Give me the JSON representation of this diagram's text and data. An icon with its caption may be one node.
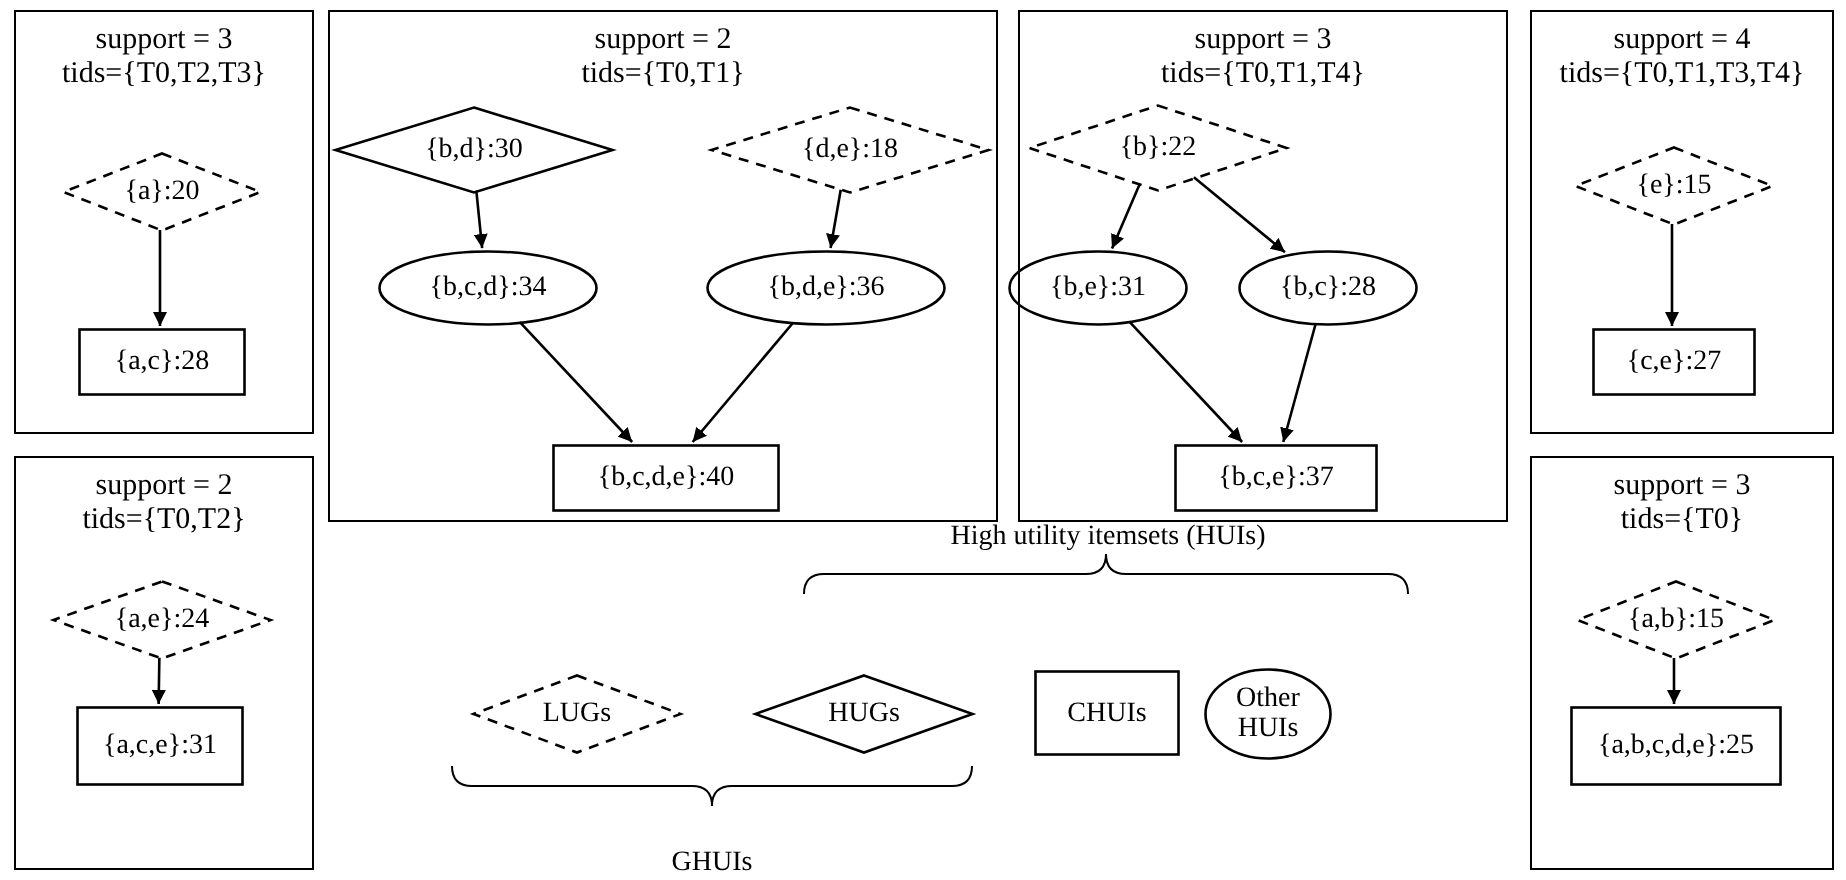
{
  "diagram": {
    "nodes": [
      {
        "text": [
          "support = 3",
          "tids={T0,T2,T3}"
        ]
      },
      {
        "text": [
          "{a}:20"
        ],
        "in": 0
      },
      {
        "text": [
          "{a,c}:28"
        ],
        "in": 0
      },
      {
        "text": [
          "support = 2",
          "tids={T0,T1}"
        ]
      },
      {
        "text": [
          "{b,d}:30"
        ],
        "in": 3
      },
      {
        "text": [
          "{d,e}:18"
        ],
        "in": 3
      },
      {
        "text": [
          "{b,c,d}:34"
        ],
        "in": 3
      },
      {
        "text": [
          "{b,d,e}:36"
        ],
        "in": 3
      },
      {
        "text": [
          "{b,c,d,e}:40"
        ],
        "in": 3
      },
      {
        "text": [
          "support = 3",
          "tids={T0,T1,T4}"
        ]
      },
      {
        "text": [
          "{b}:22"
        ],
        "in": 9
      },
      {
        "text": [
          "{b,e}:31"
        ],
        "in": 9
      },
      {
        "text": [
          "{b,c}:28"
        ],
        "in": 9
      },
      {
        "text": [
          "{b,c,e}:37"
        ],
        "in": 9
      },
      {
        "text": [
          "support = 4",
          "tids={T0,T1,T3,T4}"
        ]
      },
      {
        "text": [
          "{e}:15"
        ],
        "in": 14
      },
      {
        "text": [
          "{c,e}:27"
        ],
        "in": 14
      },
      {
        "text": [
          "support = 2",
          "tids={T0,T2}"
        ]
      },
      {
        "text": [
          "{a,e}:24"
        ],
        "in": 17
      },
      {
        "text": [
          "{a,c,e}:31"
        ],
        "in": 17
      },
      {
        "text": [
          "support = 3",
          "tids={T0}"
        ]
      },
      {
        "text": [
          "{a,b}:15"
        ],
        "in": 20
      },
      {
        "text": [
          "{a,b,c,d,e}:25"
        ],
        "in": 20
      },
      {
        "text": [
          "LUGs"
        ]
      },
      {
        "text": [
          "HUGs"
        ]
      },
      {
        "text": [
          "CHUIs"
        ]
      },
      {
        "text": [
          "Other HUIs"
        ]
      }
    ],
    "edges": [
      {
        "from": 1,
        "to": 2,
        "arrow": "to"
      },
      {
        "from": 4,
        "to": 6,
        "arrow": "to"
      },
      {
        "from": 5,
        "to": 7,
        "arrow": "to"
      },
      {
        "from": 6,
        "to": 8,
        "arrow": "to"
      },
      {
        "from": 7,
        "to": 8,
        "arrow": "to"
      },
      {
        "from": 10,
        "to": 11,
        "arrow": "to"
      },
      {
        "from": 10,
        "to": 12,
        "arrow": "to"
      },
      {
        "from": 11,
        "to": 13,
        "arrow": "to"
      },
      {
        "from": 12,
        "to": 13,
        "arrow": "to"
      },
      {
        "from": 15,
        "to": 16,
        "arrow": "to"
      },
      {
        "from": 18,
        "to": 19,
        "arrow": "to"
      },
      {
        "from": 21,
        "to": 22,
        "arrow": "to"
      }
    ],
    "labels": [
      "High utility itemsets (HUIs)",
      "GHUIs"
    ]
  }
}
